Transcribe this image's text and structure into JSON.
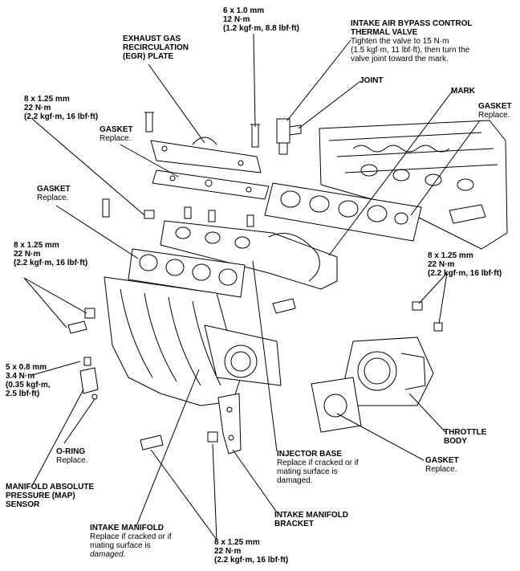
{
  "labels": {
    "egr": {
      "title": [
        "EXHAUST GAS",
        "RECIRCULATION",
        "(EGR) PLATE"
      ]
    },
    "bolt_top": {
      "spec": [
        "6 x 1.0 mm",
        "12 N·m",
        "(1.2 kgf·m, 8.8 lbf·ft)"
      ]
    },
    "iabc": {
      "title": [
        "INTAKE AIR BYPASS CONTROL",
        "THERMAL VALVE"
      ],
      "note": [
        "Tighten the valve to 15 N·m",
        "(1.5 kgf·m, 11 lbf·ft), then turn the",
        "valve joint toward the mark."
      ]
    },
    "joint": {
      "title": "JOINT"
    },
    "mark": {
      "title": "MARK"
    },
    "gasket_right": {
      "title": "GASKET",
      "note": "Replace."
    },
    "bolt_upper_left": {
      "spec": [
        "8 x 1.25 mm",
        "22 N·m",
        "(2.2 kgf·m, 16 lbf·ft)"
      ]
    },
    "gasket_egr": {
      "title": "GASKET",
      "note": "Replace."
    },
    "gasket_left": {
      "title": "GASKET",
      "note": "Replace."
    },
    "bolt_left": {
      "spec": [
        "8 x 1.25 mm",
        "22 N·m",
        "(2.2 kgf·m, 16 lbf·ft)"
      ]
    },
    "bolt_right": {
      "spec": [
        "8 x 1.25 mm",
        "22 N·m",
        "(2.2 kgf·m, 16 lbf·ft)"
      ]
    },
    "map_bolt": {
      "spec": [
        "5 x 0.8 mm",
        "3.4 N·m",
        "(0.35 kgf·m,",
        "2.5 lbf·ft)"
      ]
    },
    "oring": {
      "title": "O-RING",
      "note": "Replace."
    },
    "map_sensor": {
      "title": [
        "MANIFOLD ABSOLUTE",
        "PRESSURE (MAP)",
        "SENSOR"
      ]
    },
    "intake_manifold": {
      "title": "INTAKE MANIFOLD",
      "note": [
        "Replace if cracked or if",
        "mating surface is"
      ],
      "note_last": "damaged."
    },
    "bolt_bottom": {
      "spec": [
        "8 x 1.25 mm",
        "22 N·m",
        "(2.2 kgf·m, 16 lbf·ft)"
      ]
    },
    "bracket": {
      "title": [
        "INTAKE MANIFOLD",
        "BRACKET"
      ]
    },
    "injector_base": {
      "title": "INJECTOR BASE",
      "note": [
        "Replace if cracked or if",
        "mating surface is",
        "damaged."
      ]
    },
    "gasket_throttle": {
      "title": "GASKET",
      "note": "Replace."
    },
    "throttle_body": {
      "title": [
        "THROTTLE",
        "BODY"
      ]
    }
  }
}
